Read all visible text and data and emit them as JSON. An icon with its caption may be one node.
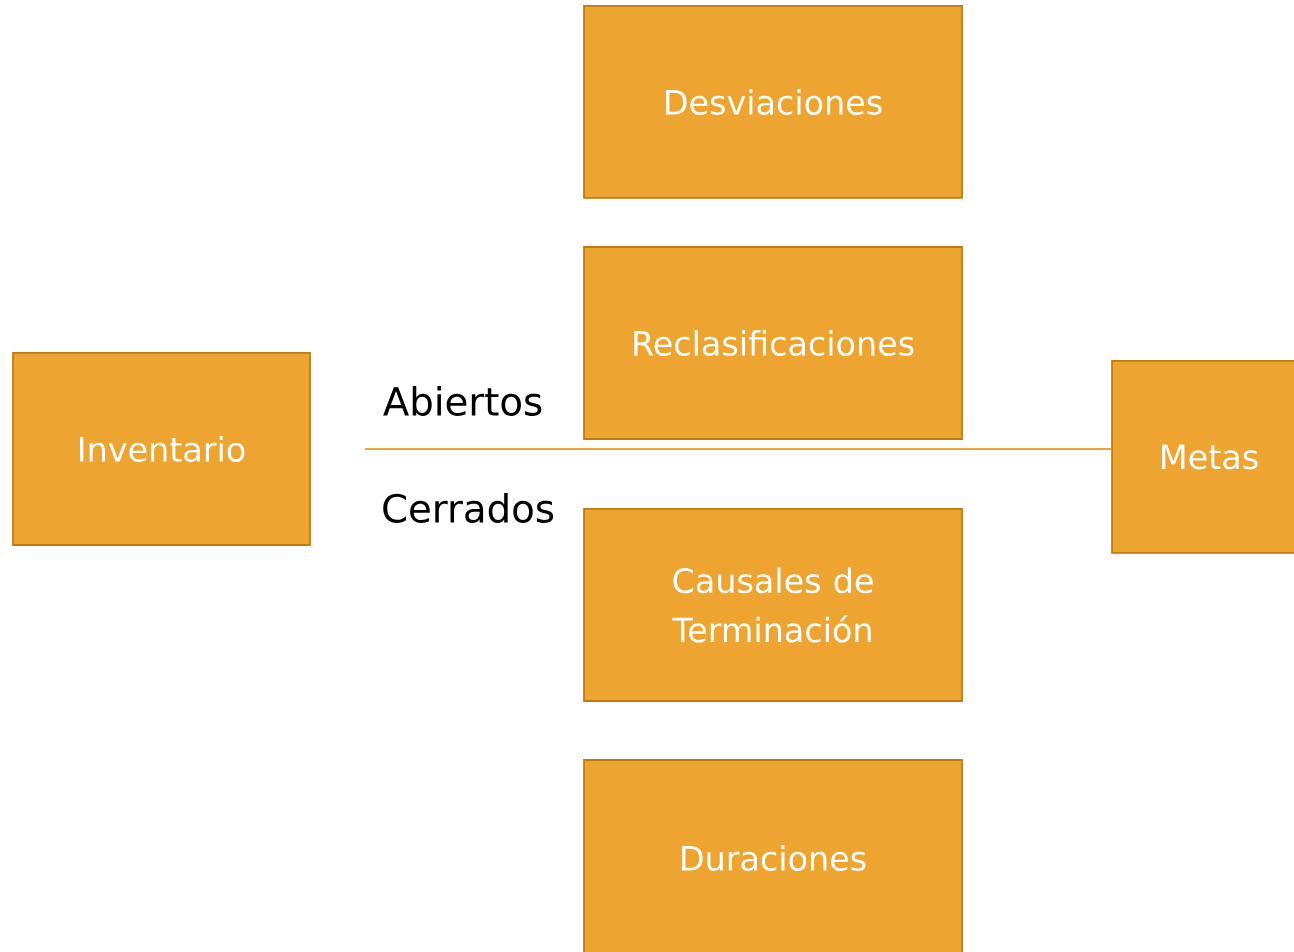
{
  "diagram": {
    "nodes": [
      {
        "text": [
          "Desviaciones"
        ]
      },
      {
        "text": [
          "Reclasificaciones"
        ]
      },
      {
        "text": [
          "Inventario"
        ]
      },
      {
        "text": [
          "Metas"
        ]
      },
      {
        "text": [
          "Causales de Terminación"
        ]
      },
      {
        "text": [
          "Duraciones"
        ]
      }
    ],
    "edges": [
      {
        "from": null,
        "to": 3,
        "arrow": "none"
      }
    ],
    "labels": [
      "Abiertos",
      "Cerrados"
    ]
  }
}
